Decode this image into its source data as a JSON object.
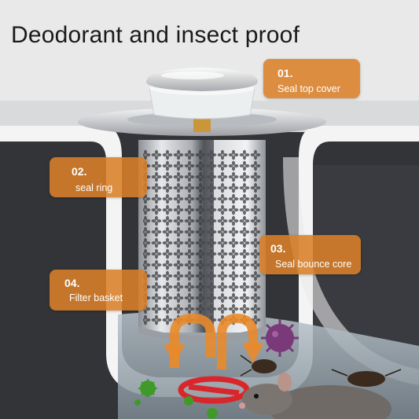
{
  "headline": "Deodorant and insect proof",
  "callouts": [
    {
      "number": "01.",
      "label": "Seal top cover"
    },
    {
      "number": "02.",
      "label": "seal ring"
    },
    {
      "number": "03.",
      "label": "Seal bounce core"
    },
    {
      "number": "04.",
      "label": "Filter basket"
    }
  ],
  "colors": {
    "callout_orange": "#da8028",
    "arrow_orange": "#e98a2a",
    "pipe_dark": "#333438",
    "sink_white": "#f4f4f4",
    "stainless": "#c9cbcf",
    "germ_green": "#3f9a2a",
    "virus_purple": "#7a3a7a",
    "no_sign_red": "#d8262b"
  },
  "icons": [
    "drain-strainer-product",
    "germ-icon",
    "virus-icon",
    "cockroach-icon",
    "mouse-icon",
    "no-entry-sign-icon",
    "airflow-arrow-icon"
  ]
}
